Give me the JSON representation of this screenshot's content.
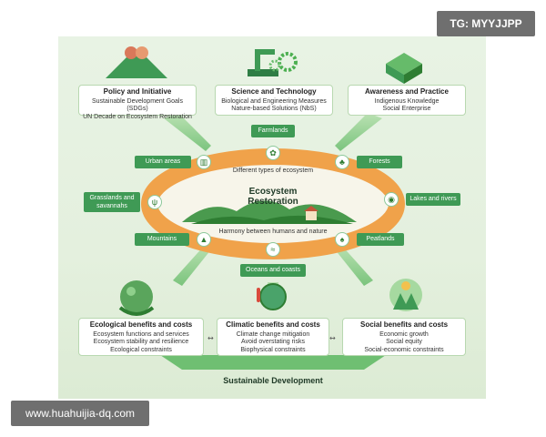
{
  "watermarks": {
    "tag": "TG: MYYJJPP",
    "url": "www.huahuijia-dq.com"
  },
  "top_boxes": [
    {
      "title": "Policy and Initiative",
      "lines": [
        "Sustainable Development Goals (SDGs)",
        "UN Decade on Ecosystem Restoration"
      ]
    },
    {
      "title": "Science and Technology",
      "lines": [
        "Biological and Engineering Measures",
        "Nature-based Solutions (NbS)"
      ]
    },
    {
      "title": "Awareness and Practice",
      "lines": [
        "Indigenous Knowledge",
        "Social Enterprise"
      ]
    }
  ],
  "ecosystems": {
    "farmlands": "Farmlands",
    "urban": "Urban areas",
    "forests": "Forests",
    "grasslands": "Grasslands and savannahs",
    "lakes": "Lakes and rivers",
    "mountains": "Mountains",
    "peatlands": "Peatlands",
    "oceans": "Oceans and coasts"
  },
  "center": {
    "title": "Ecosystem Restoration",
    "top_label": "Different types of ecosystem",
    "bottom_label": "Harmony between humans and nature"
  },
  "bottom_boxes": [
    {
      "title": "Ecological benefits and costs",
      "lines": [
        "Ecosystem functions and services",
        "Ecosystem stability and resilience",
        "Ecological constraints"
      ]
    },
    {
      "title": "Climatic benefits and costs",
      "lines": [
        "Climate change mitigation",
        "Avoid overstating risks",
        "Biophysical constraints"
      ]
    },
    {
      "title": "Social benefits and costs",
      "lines": [
        "Economic growth",
        "Social equity",
        "Social-economic constraints"
      ]
    }
  ],
  "footer": {
    "title": "Sustainable Development"
  },
  "colors": {
    "ring": "#f0a24a",
    "chip": "#3f9a55",
    "bg": "#e6f2e0",
    "arrow": "#8ccf8a"
  }
}
